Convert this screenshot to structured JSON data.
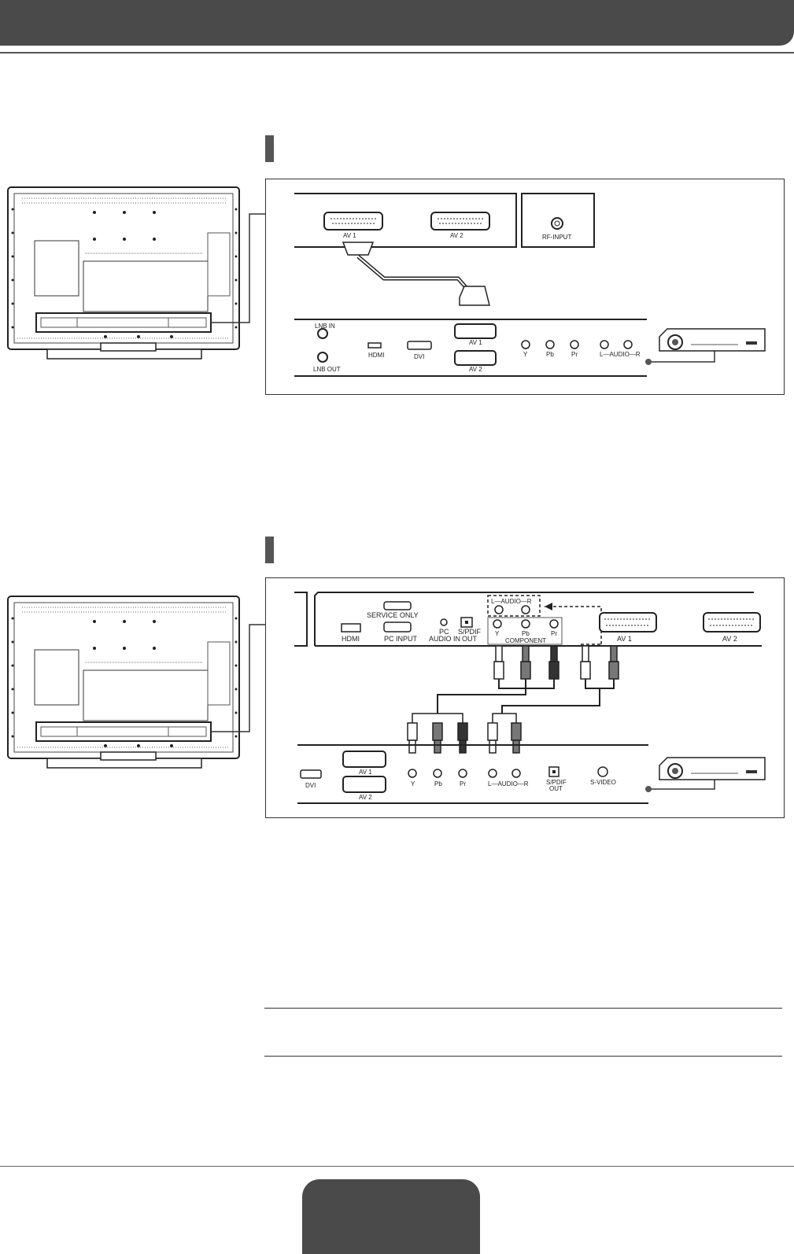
{
  "diagram1": {
    "top_panel": {
      "av1": "AV 1",
      "av2": "AV 2",
      "rf": "RF-INPUT"
    },
    "bottom_panel": {
      "lnb_in": "LNB IN",
      "lnb_out": "LNB OUT",
      "hdmi": "HDMI",
      "dvi": "DVI",
      "av1": "AV 1",
      "av2": "AV 2",
      "y": "Y",
      "pb": "Pb",
      "pr": "Pr",
      "audio": "L—AUDIO—R"
    }
  },
  "diagram2": {
    "top_panel": {
      "service_only": "SERVICE ONLY",
      "hdmi": "HDMI",
      "pc_input": "PC INPUT",
      "pc_audio_1": "PC",
      "pc_audio_2": "AUDIO IN",
      "spdif_1": "S/PDIF",
      "spdif_2": "OUT",
      "audio": "L—AUDIO—R",
      "y": "Y",
      "pb": "Pb",
      "pr": "Pr",
      "component": "COMPONENT",
      "av1": "AV 1",
      "av2": "AV 2"
    },
    "bottom_panel": {
      "dvi": "DVI",
      "av1": "AV 1",
      "av2": "AV 2",
      "y": "Y",
      "pb": "Pb",
      "pr": "Pr",
      "audio": "L—AUDIO—R",
      "spdif_1": "S/PDIF",
      "spdif_2": "OUT",
      "svideo": "S-VIDEO"
    }
  }
}
